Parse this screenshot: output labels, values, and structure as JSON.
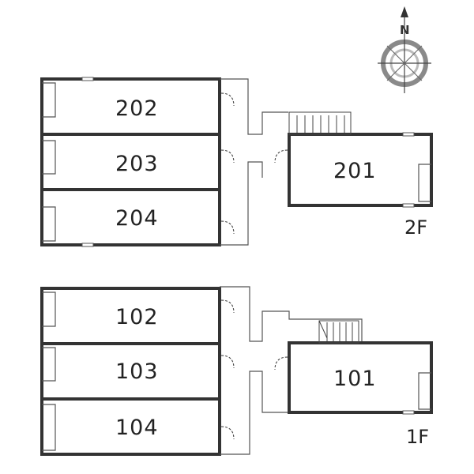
{
  "compass": {
    "north_label": "N",
    "icon": "compass-rose-icon"
  },
  "floors": [
    {
      "label": "2F",
      "rooms": [
        "202",
        "203",
        "204",
        "201"
      ]
    },
    {
      "label": "1F",
      "rooms": [
        "102",
        "103",
        "104",
        "101"
      ]
    }
  ],
  "colors": {
    "wall": "#333333",
    "background": "#ffffff",
    "compass_ring": "#8a8a8a"
  }
}
